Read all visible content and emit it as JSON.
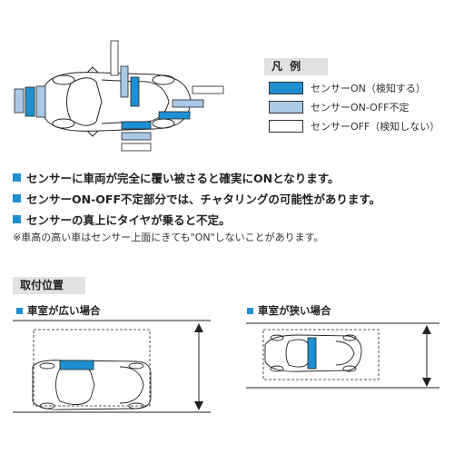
{
  "colors": {
    "sensor_on": "#1e8fd0",
    "sensor_on_off": "#a9c9e6",
    "sensor_off": "#ffffff",
    "bullet": "#1e8fd0",
    "header_bg": "#e2e2e2"
  },
  "legend": {
    "title": "凡 例",
    "items": [
      {
        "label": "センサーON（検知する）",
        "state": "on"
      },
      {
        "label": "センサーON-OFF不定",
        "state": "on_off"
      },
      {
        "label": "センサーOFF（検知しない）",
        "state": "off"
      }
    ]
  },
  "bullets": [
    "センサーに車両が完全に覆い被さると確実にONとなります。",
    "センサーON-OFF不定部分では、チャタリングの可能性があります。",
    "センサーの真上にタイヤが乗ると不定。"
  ],
  "note": "※車高の高い車はセンサー上面にきても\"ON\"しないことがあります。",
  "mounting": {
    "title": "取付位置",
    "wide_label": "車室が広い場合",
    "narrow_label": "車室が狭い場合"
  }
}
